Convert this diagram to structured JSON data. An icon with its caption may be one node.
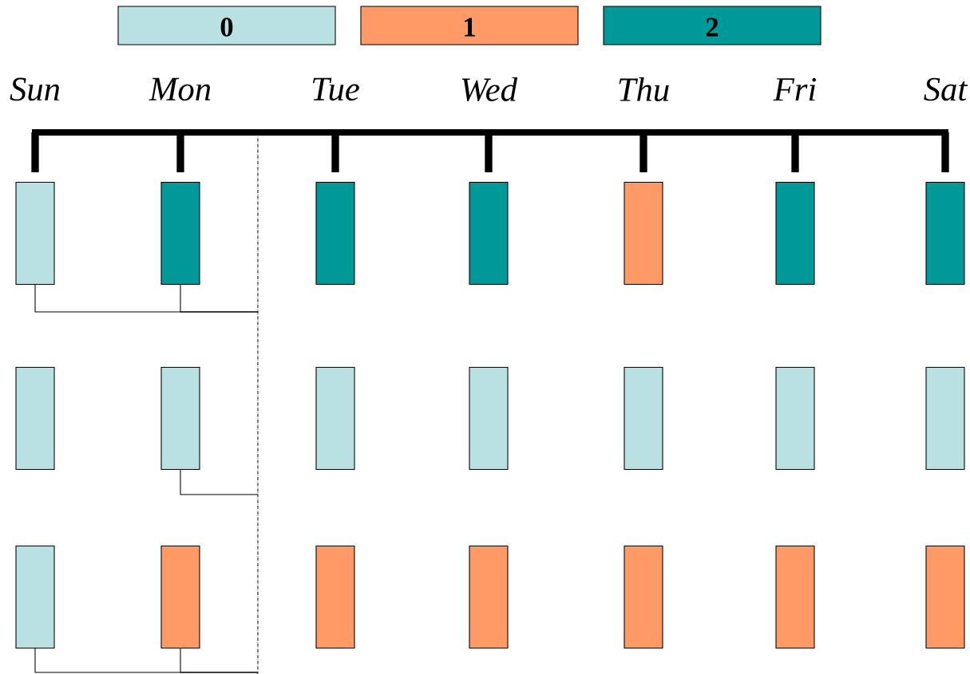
{
  "diagram": {
    "nodes": [
      {
        "text": [],
        "shape": "box"
      },
      {
        "text": [],
        "shape": "box"
      },
      {
        "text": [],
        "shape": "box"
      },
      {
        "text": [],
        "shape": "box"
      },
      {
        "text": [],
        "shape": "box"
      },
      {
        "text": [],
        "shape": "box"
      },
      {
        "text": [],
        "shape": "box"
      },
      {
        "text": [],
        "shape": "box"
      },
      {
        "text": [],
        "shape": "box"
      },
      {
        "text": [],
        "shape": "box"
      },
      {
        "text": [],
        "shape": "box"
      },
      {
        "text": [],
        "shape": "box"
      },
      {
        "text": [],
        "shape": "box"
      },
      {
        "text": [],
        "shape": "box"
      },
      {
        "text": [],
        "shape": "box"
      },
      {
        "text": [],
        "shape": "box"
      },
      {
        "text": [],
        "shape": "box"
      },
      {
        "text": [],
        "shape": "box"
      },
      {
        "text": [],
        "shape": "box"
      },
      {
        "text": [],
        "shape": "box"
      },
      {
        "text": [],
        "shape": "box"
      }
    ],
    "edges": [
      {
        "from": 0,
        "to": null,
        "arrow": "none"
      },
      {
        "from": 1,
        "to": null,
        "arrow": "none"
      },
      {
        "from": 8,
        "to": null,
        "arrow": "none"
      },
      {
        "from": 14,
        "to": null,
        "arrow": "none"
      },
      {
        "from": 15,
        "to": null,
        "arrow": "none"
      }
    ],
    "labels": [
      "Sun",
      "Mon",
      "Tue",
      "Wed",
      "Thu",
      "Fri",
      "Sat"
    ],
    "legend": [
      {
        "text": "0",
        "color": "#b9e0e3"
      },
      {
        "text": "1",
        "color": "#ff9966"
      },
      {
        "text": "2",
        "color": "#009999"
      }
    ]
  }
}
